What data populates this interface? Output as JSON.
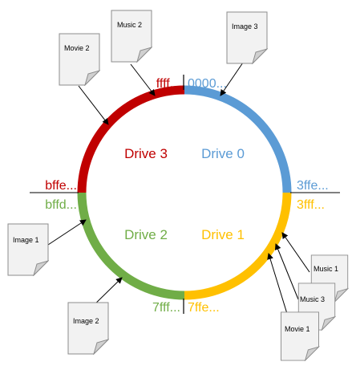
{
  "drives": [
    {
      "id": "drive-0",
      "label": "Drive 0",
      "color": "#5b9bd5"
    },
    {
      "id": "drive-1",
      "label": "Drive 1",
      "color": "#ffc000"
    },
    {
      "id": "drive-2",
      "label": "Drive 2",
      "color": "#70ad47"
    },
    {
      "id": "drive-3",
      "label": "Drive 3",
      "color": "#c00000"
    }
  ],
  "boundaries": {
    "top_left": "ffff...",
    "top_right": "0000...",
    "right_upper": "3ffe...",
    "right_lower": "3fff...",
    "bottom_left": "7fff...",
    "bottom_right": "7ffe...",
    "left_upper": "bffe...",
    "left_lower": "bffd..."
  },
  "files": [
    {
      "id": "music-2",
      "label": "Music 2"
    },
    {
      "id": "image-3",
      "label": "Image 3"
    },
    {
      "id": "movie-2",
      "label": "Movie 2"
    },
    {
      "id": "image-1",
      "label": "Image 1"
    },
    {
      "id": "image-2",
      "label": "Image 2"
    },
    {
      "id": "music-1",
      "label": "Music 1"
    },
    {
      "id": "music-3",
      "label": "Music 3"
    },
    {
      "id": "movie-1",
      "label": "Movie 1"
    }
  ]
}
